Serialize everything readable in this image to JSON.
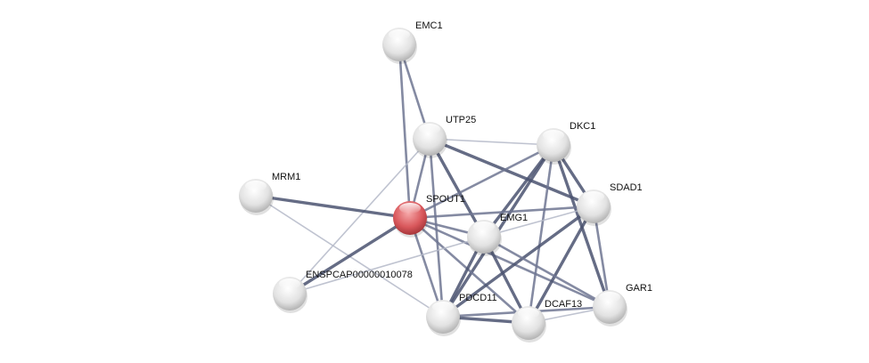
{
  "nodes": [
    {
      "id": "EMC1",
      "label": "EMC1",
      "query": false
    },
    {
      "id": "UTP25",
      "label": "UTP25",
      "query": false
    },
    {
      "id": "DKC1",
      "label": "DKC1",
      "query": false
    },
    {
      "id": "MRM1",
      "label": "MRM1",
      "query": false
    },
    {
      "id": "SPOUT1",
      "label": "SPOUT1",
      "query": true
    },
    {
      "id": "SDAD1",
      "label": "SDAD1",
      "query": false
    },
    {
      "id": "EMG1",
      "label": "EMG1",
      "query": false
    },
    {
      "id": "ENSP",
      "label": "ENSPCAP00000010078",
      "query": false
    },
    {
      "id": "PDCD11",
      "label": "PDCD11",
      "query": false
    },
    {
      "id": "DCAF13",
      "label": "DCAF13",
      "query": false
    },
    {
      "id": "GAR1",
      "label": "GAR1",
      "query": false
    }
  ],
  "edges": [
    [
      "EMC1",
      "UTP25",
      2
    ],
    [
      "EMC1",
      "SPOUT1",
      2
    ],
    [
      "UTP25",
      "DKC1",
      1
    ],
    [
      "UTP25",
      "SPOUT1",
      2
    ],
    [
      "UTP25",
      "EMG1",
      3
    ],
    [
      "UTP25",
      "SDAD1",
      3
    ],
    [
      "UTP25",
      "PDCD11",
      2
    ],
    [
      "UTP25",
      "ENSP",
      1
    ],
    [
      "DKC1",
      "SPOUT1",
      2
    ],
    [
      "DKC1",
      "EMG1",
      3
    ],
    [
      "DKC1",
      "SDAD1",
      3
    ],
    [
      "DKC1",
      "PDCD11",
      3
    ],
    [
      "DKC1",
      "DCAF13",
      2
    ],
    [
      "DKC1",
      "GAR1",
      3
    ],
    [
      "MRM1",
      "SPOUT1",
      3
    ],
    [
      "MRM1",
      "PDCD11",
      1
    ],
    [
      "SPOUT1",
      "SDAD1",
      2
    ],
    [
      "SPOUT1",
      "EMG1",
      2
    ],
    [
      "SPOUT1",
      "ENSP",
      3
    ],
    [
      "SPOUT1",
      "PDCD11",
      2
    ],
    [
      "SPOUT1",
      "DCAF13",
      2
    ],
    [
      "SPOUT1",
      "GAR1",
      2
    ],
    [
      "SDAD1",
      "EMG1",
      1
    ],
    [
      "SDAD1",
      "PDCD11",
      3
    ],
    [
      "SDAD1",
      "DCAF13",
      3
    ],
    [
      "SDAD1",
      "GAR1",
      2
    ],
    [
      "EMG1",
      "ENSP",
      1
    ],
    [
      "EMG1",
      "PDCD11",
      3
    ],
    [
      "EMG1",
      "DCAF13",
      3
    ],
    [
      "EMG1",
      "GAR1",
      2
    ],
    [
      "PDCD11",
      "DCAF13",
      3
    ],
    [
      "PDCD11",
      "GAR1",
      2
    ],
    [
      "DCAF13",
      "GAR1",
      1
    ]
  ],
  "colors": {
    "query_node": "#d9585c",
    "node": "#e4e4e4",
    "edge_strong": "#4a5270",
    "edge_medium": "#6e7592",
    "edge_weak": "#b4b8c8"
  }
}
